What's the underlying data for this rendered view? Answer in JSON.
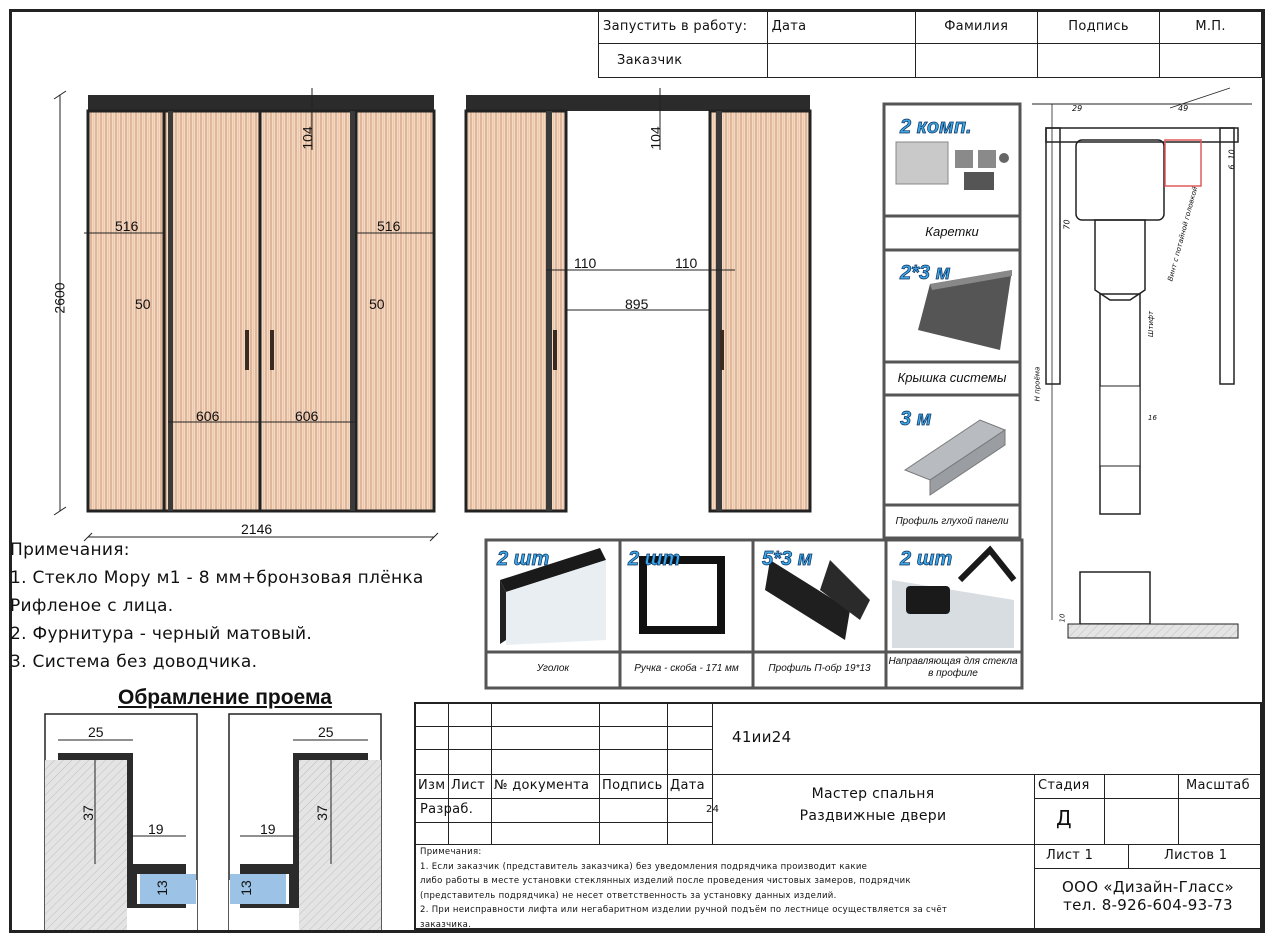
{
  "approval": {
    "launch_label": "Запустить в работу:",
    "customer_label": "Заказчик",
    "date_label": "Дата",
    "surname_label": "Фамилия",
    "signature_label": "Подпись",
    "stamp_label": "М.П."
  },
  "dimensions": {
    "height": "2600",
    "width": "2146",
    "top_104_left": "104",
    "top_104_right": "104",
    "side_516_left": "516",
    "side_516_right": "516",
    "gap_50_left": "50",
    "gap_50_right": "50",
    "door_606_left": "606",
    "door_606_right": "606",
    "opening_110_left": "110",
    "opening_110_right": "110",
    "opening_895": "895"
  },
  "components": [
    {
      "badge": "2 комп.",
      "label": "Каретки",
      "icon": "carriage-kit-photo"
    },
    {
      "badge": "2*3 м",
      "label": "Крышка системы",
      "icon": "system-cover-photo"
    },
    {
      "badge": "3 м",
      "label": "Профиль глухой панели",
      "icon": "fixed-panel-profile-photo"
    },
    {
      "badge": "2 шт",
      "label": "Уголок",
      "icon": "corner-photo"
    },
    {
      "badge": "2 шт",
      "label": "Ручка - скоба - 171 мм",
      "icon": "handle-photo"
    },
    {
      "badge": "5*3 м",
      "label": "Профиль П-обр 19*13",
      "icon": "u-profile-photo"
    },
    {
      "badge": "2 шт",
      "label": "Направляющая для стекла в профиле",
      "icon": "glass-guide-photo"
    }
  ],
  "section_dims": {
    "top_29": "29",
    "top_49": "49",
    "side_6_10": "6..10",
    "dim_70": "70",
    "screw_label": "Винт с потайной головкой",
    "pin_label": "Штифт",
    "opening_h": "Н проёма",
    "dim_16": "16",
    "dim_10": "10"
  },
  "notes": {
    "title": "Примечания:",
    "items": [
      "1. Стекло Мору м1 - 8 мм+бронзовая плёнка",
      "Рифленое с лица.",
      "2. Фурнитура - черный матовый.",
      "3. Система без доводчика."
    ]
  },
  "framing": {
    "title": "Обрамление проема",
    "left": {
      "d25": "25",
      "d37": "37",
      "d19": "19",
      "d13": "13"
    },
    "right": {
      "d25": "25",
      "d37": "37",
      "d19": "19",
      "d13": "13"
    }
  },
  "title_block": {
    "order_code": "41ии24",
    "col_izm": "Изм",
    "col_list": "Лист",
    "col_doc": "№ документа",
    "col_sign": "Подпись",
    "col_date": "Дата",
    "razrab": "Разраб.",
    "date_fragment": "24",
    "project_line1": "Мастер спальня",
    "project_line2": "Раздвижные двери",
    "stage_label": "Стадия",
    "scale_label": "Масштаб",
    "stage_value": "Д",
    "sheet_label": "Лист 1",
    "sheets_label": "Листов 1",
    "company": "ООО «Дизайн-Гласс»",
    "phone": "тел. 8-926-604-93-73",
    "notes_title": "Примечания:",
    "notes_lines": [
      "1. Если заказчик (представитель заказчика) без уведомления подрядчика производит какие",
      "либо работы в месте установки стеклянных изделий после проведения чистовых замеров, подрядчик",
      "(представитель подрядчика) не несет ответственность за установку данных изделий.",
      "2. При неисправности лифта или негабаритном изделии ручной подъём по лестнице осуществляется за счёт",
      "заказчика."
    ]
  }
}
